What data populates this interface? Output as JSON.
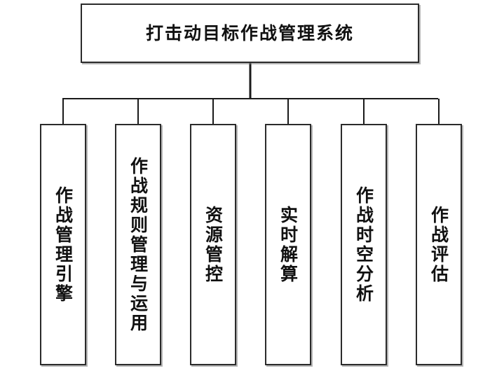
{
  "diagram": {
    "type": "organization-tree",
    "orientation": "top-down",
    "root": {
      "label": "打击动目标作战管理系统",
      "text_direction": "horizontal"
    },
    "children": [
      {
        "id": "combat-management-engine",
        "label": "作战管理引擎",
        "text_direction": "vertical"
      },
      {
        "id": "combat-rule-management",
        "label": "作战规则管理与运用",
        "text_direction": "vertical"
      },
      {
        "id": "resource-control",
        "label": "资源管控",
        "text_direction": "vertical"
      },
      {
        "id": "real-time-calculation",
        "label": "实时解算",
        "text_direction": "vertical"
      },
      {
        "id": "spatiotemporal-analysis",
        "label": "作战时空分析",
        "text_direction": "vertical"
      },
      {
        "id": "combat-assessment",
        "label": "作战评估",
        "text_direction": "vertical"
      }
    ],
    "colors": {
      "background": "#ffffff",
      "box_fill": "#ffffff",
      "box_border": "#2b2b2b",
      "box_shadow": "#787878",
      "connector": "#1a1a1a",
      "text": "#111111"
    }
  }
}
